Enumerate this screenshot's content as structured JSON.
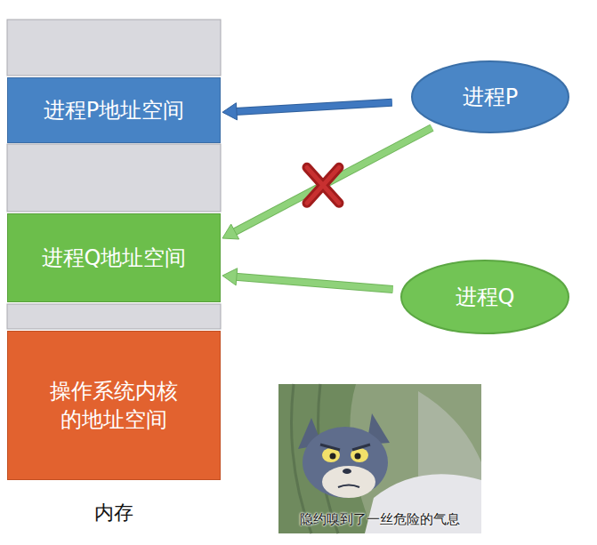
{
  "diagram": {
    "nodes": [
      {
        "text": [
          "进程P地址空间"
        ]
      },
      {
        "text": [
          "进程Q地址空间"
        ]
      },
      {
        "text": [
          "操作系统内核的地址空间"
        ]
      },
      {
        "text": [
          "进程P"
        ]
      },
      {
        "text": [
          "进程Q"
        ]
      }
    ],
    "edges": [
      {
        "from": 3,
        "to": 0,
        "arrow": "to"
      },
      {
        "from": 3,
        "to": 1,
        "arrow": "to"
      },
      {
        "from": 4,
        "to": 1,
        "arrow": "to"
      }
    ],
    "labels": [
      "内存",
      "隐约嗅到了一丝危险的气息"
    ]
  }
}
